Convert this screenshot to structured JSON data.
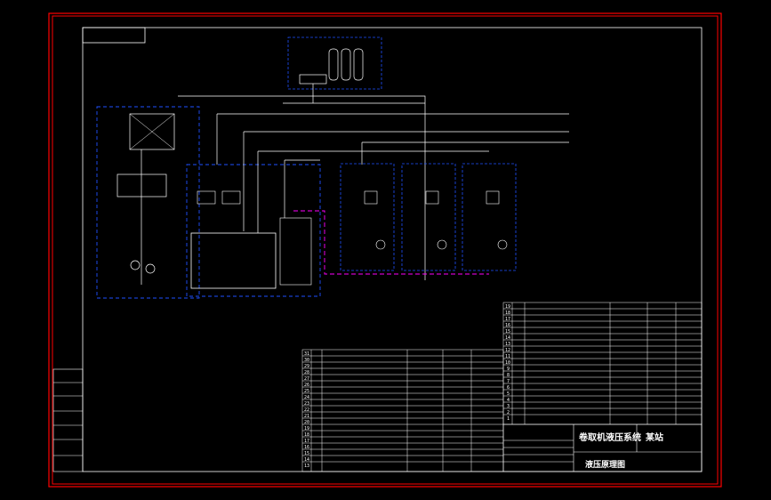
{
  "drawing": {
    "title_main": "卷取机液压系统",
    "title_sub": "液压原理图",
    "designer_field": "某站",
    "colors": {
      "background": "#000000",
      "frame": "#ff0000",
      "inner_frame": "#ffffff",
      "circuit": "#ffffff",
      "cyan_box": "#00ffff",
      "blue_box": "#1e50ff",
      "green_label": "#00ff00",
      "magenta_line": "#ff00ff",
      "yellow": "#ffff00"
    }
  },
  "bom_right": {
    "row_numbers": [
      "19",
      "18",
      "17",
      "16",
      "15",
      "14",
      "13",
      "12",
      "11",
      "10",
      "9",
      "8",
      "7",
      "6",
      "5",
      "4",
      "3",
      "2",
      "1"
    ]
  },
  "bom_left": {
    "row_numbers": [
      "31",
      "30",
      "29",
      "28",
      "27",
      "26",
      "25",
      "24",
      "23",
      "22",
      "21",
      "20",
      "19",
      "18",
      "17",
      "16",
      "15",
      "14",
      "13"
    ]
  }
}
